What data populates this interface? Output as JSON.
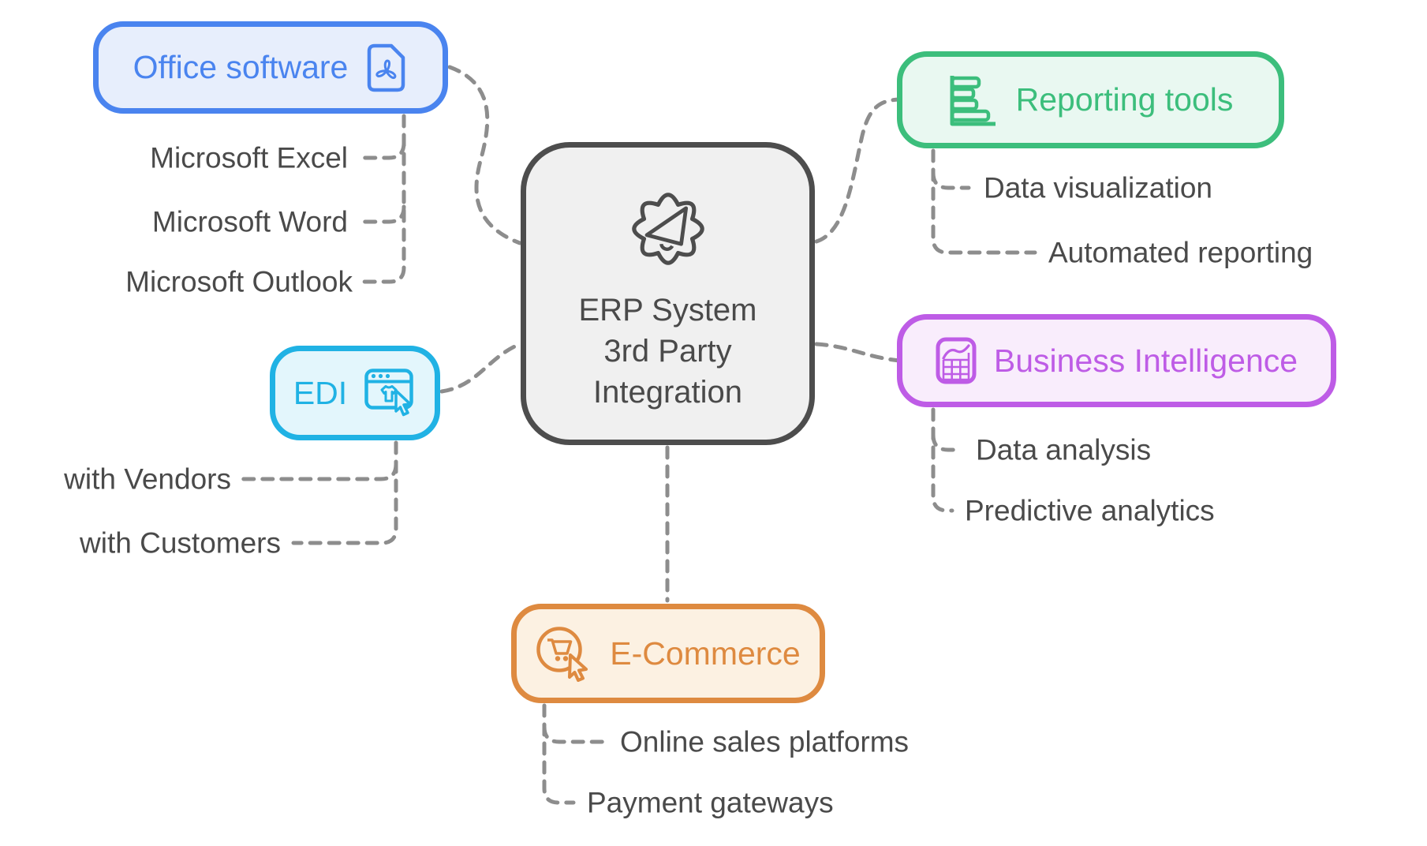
{
  "diagram_title": "ERP System 3rd Party Integration mind map",
  "colors": {
    "office_accent": "#4a84ef",
    "office_fill": "#e7eefc",
    "edi_accent": "#20b2e4",
    "edi_fill": "#e3f6fc",
    "reporting_accent": "#3cbe7c",
    "reporting_fill": "#e9f8f1",
    "bi_accent": "#be5ce6",
    "bi_fill": "#f9edfc",
    "ecommerce_accent": "#de8a40",
    "ecommerce_fill": "#fcf1e2",
    "center_border": "#4d4d4d",
    "center_fill": "#f0f0f0",
    "connector": "#8d8d8d",
    "leaf_text": "#4a4a4a"
  },
  "center": {
    "icon": "gear-megaphone-icon",
    "line1": "ERP System",
    "line2": "3rd Party",
    "line3": "Integration"
  },
  "nodes": {
    "office": {
      "label": "Office software",
      "icon": "pdf-document-icon",
      "children": [
        "Microsoft Excel",
        "Microsoft Word",
        "Microsoft Outlook"
      ]
    },
    "edi": {
      "label": "EDI",
      "icon": "browser-shopping-icon",
      "children": [
        "with Vendors",
        "with Customers"
      ]
    },
    "reporting": {
      "label": "Reporting tools",
      "icon": "bar-chart-icon",
      "children": [
        "Data visualization",
        "Automated reporting"
      ]
    },
    "bi": {
      "label": "Business Intelligence",
      "icon": "spreadsheet-chart-icon",
      "children": [
        "Data analysis",
        "Predictive analytics"
      ]
    },
    "ecommerce": {
      "label": "E-Commerce",
      "icon": "cart-cursor-icon",
      "children": [
        "Online sales platforms",
        "Payment gateways"
      ]
    }
  }
}
